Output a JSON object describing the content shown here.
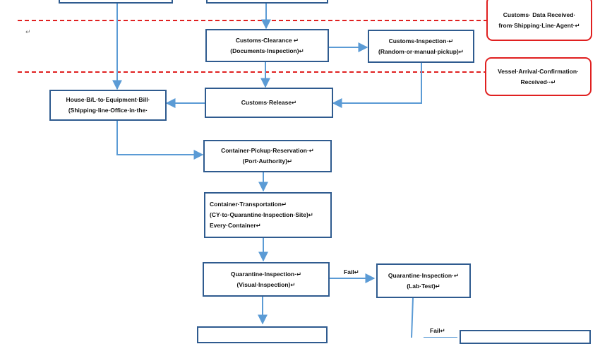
{
  "nodes": {
    "customs_clearance": [
      "Customs·Clearance ↵",
      "(Documents·Inspection)↵"
    ],
    "customs_inspection": [
      "Customs·Inspection·↵",
      "(Random·or·manual·pickup)↵"
    ],
    "house_bl": [
      "House·B/L·to·Equipment·Bill·",
      "(Shipping·line·Office·in·the·"
    ],
    "customs_release": [
      "Customs·Release↵"
    ],
    "container_pickup": [
      "Container·Pickup·Reservation·↵",
      "(Port·Authority)↵"
    ],
    "container_transport": [
      "Container·Transportation↵",
      "(CY·to·Quarantine·Inspection·Site)↵",
      "Every·Container↵"
    ],
    "quarantine_visual": [
      "Quarantine·Inspection·↵",
      "(Visual·Inspection)↵"
    ],
    "quarantine_lab": [
      "Quarantine·Inspection·↵",
      "(Lab·Test)↵"
    ]
  },
  "notes": {
    "customs_data": [
      "Customs·    Data    Received·",
      "from·Shipping·Line·Agent·↵"
    ],
    "vessel_arrival": [
      "Vessel·Arrival·Confirmation·",
      "Received··↵"
    ]
  },
  "labels": {
    "fail_1": "Fail↵",
    "fail_2": "Fail↵",
    "para_mark": "↵"
  },
  "colors": {
    "box_border": "#2f5b8f",
    "arrow": "#5b9bd5",
    "dashed_line": "#e02020",
    "note_border": "#e02020"
  }
}
